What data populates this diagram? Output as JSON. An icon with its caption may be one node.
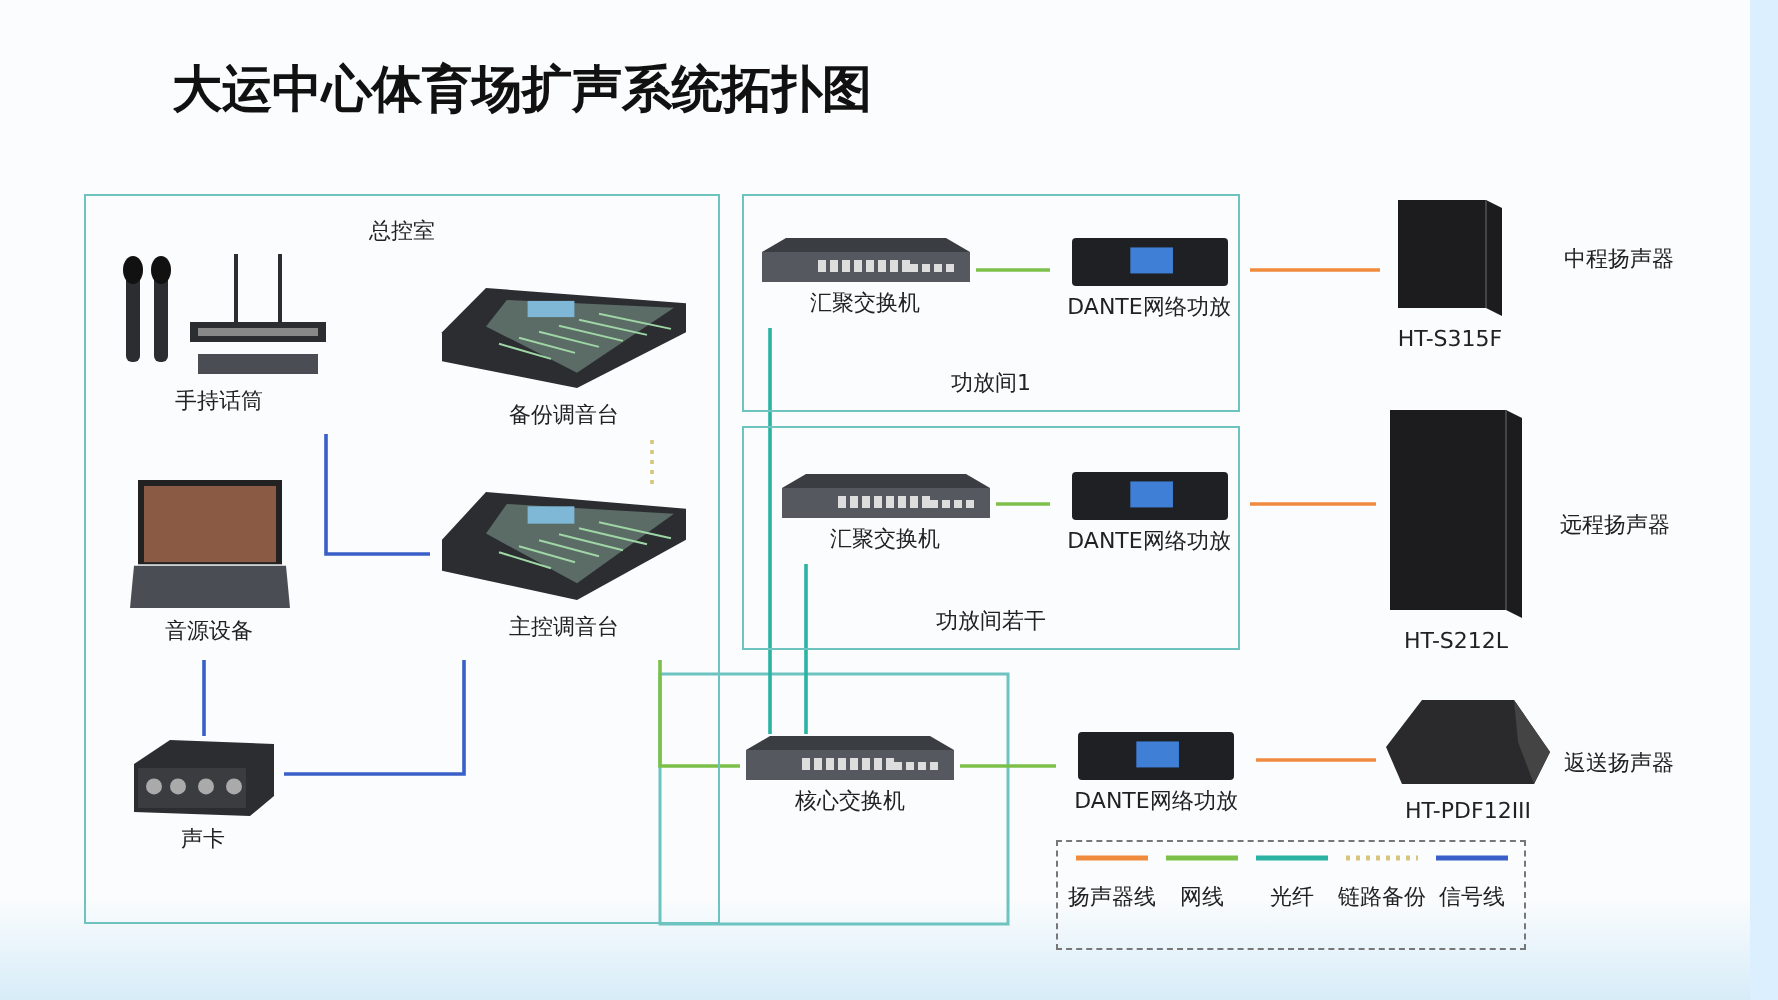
{
  "diagram": {
    "title": "大运中心体育场扩声系统拓扑图",
    "nodes": [
      {
        "text": [
          "总控室"
        ]
      },
      {
        "text": [
          "手持话筒"
        ],
        "in": 0
      },
      {
        "text": [
          "备份调音台"
        ],
        "in": 0
      },
      {
        "text": [
          "音源设备"
        ],
        "in": 0
      },
      {
        "text": [
          "主控调音台"
        ],
        "in": 0
      },
      {
        "text": [
          "声卡"
        ],
        "in": 0
      },
      {
        "text": [
          "功放间1"
        ]
      },
      {
        "text": [
          "汇聚交换机"
        ],
        "in": 6
      },
      {
        "text": [
          "DANTE网络功放"
        ],
        "in": 6
      },
      {
        "text": [
          "功放间若干"
        ]
      },
      {
        "text": [
          "汇聚交换机"
        ],
        "in": 9
      },
      {
        "text": [
          "DANTE网络功放"
        ],
        "in": 9
      },
      {
        "text": [
          "核心交换机"
        ]
      },
      {
        "text": [
          "DANTE网络功放"
        ]
      },
      {
        "text": [
          "HT-S315F"
        ],
        "beside": [
          "中程扬声器"
        ]
      },
      {
        "text": [
          "HT-S212L"
        ],
        "beside": [
          "远程扬声器"
        ]
      },
      {
        "text": [
          "HT-PDF12III"
        ],
        "beside": [
          "返送扬声器"
        ]
      }
    ],
    "edges": [
      {
        "from": 1,
        "to": 4,
        "arrow": "none",
        "color": "#3a5fc8"
      },
      {
        "from": 3,
        "to": 5,
        "arrow": "none",
        "color": "#3a5fc8"
      },
      {
        "from": 5,
        "to": 4,
        "arrow": "none",
        "color": "#3a5fc8"
      },
      {
        "from": 2,
        "to": 4,
        "arrow": "none",
        "style": "dashed",
        "color": "#d6c57a"
      },
      {
        "from": 4,
        "to": 12,
        "arrow": "none",
        "color": "#7cc04a"
      },
      {
        "from": 7,
        "to": 12,
        "arrow": "none",
        "color": "#2ab3a3"
      },
      {
        "from": 10,
        "to": 12,
        "arrow": "none",
        "color": "#2ab3a3"
      },
      {
        "from": 12,
        "to": 13,
        "arrow": "none",
        "color": "#7cc04a"
      },
      {
        "from": 7,
        "to": 8,
        "arrow": "none",
        "color": "#7cc04a"
      },
      {
        "from": 10,
        "to": 11,
        "arrow": "none",
        "color": "#7cc04a"
      },
      {
        "from": 8,
        "to": 14,
        "arrow": "none",
        "color": "#f08a3c"
      },
      {
        "from": 11,
        "to": 15,
        "arrow": "none",
        "color": "#f08a3c"
      },
      {
        "from": 13,
        "to": 16,
        "arrow": "none",
        "color": "#f08a3c"
      }
    ],
    "legend": [
      {
        "text": "扬声器线"
      },
      {
        "text": "网线"
      },
      {
        "text": "光纤"
      },
      {
        "text": "链路备份"
      },
      {
        "text": "信号线"
      }
    ]
  }
}
